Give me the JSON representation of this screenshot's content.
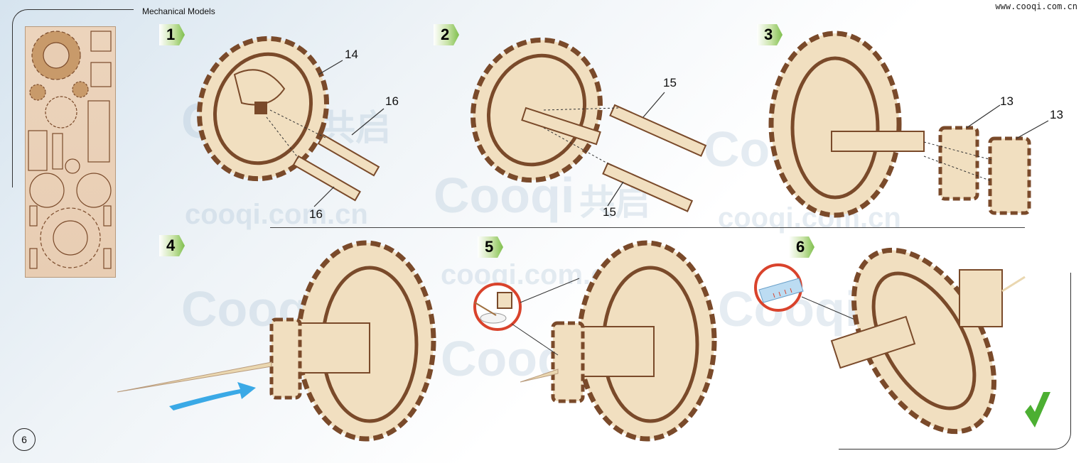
{
  "header": {
    "title": "Mechanical Models",
    "website": "www.cooqi.com.cn"
  },
  "page_number": "6",
  "watermarks": {
    "brand": "Cooqi",
    "brand_cn": "共启",
    "domain": "cooqi.com.cn"
  },
  "steps": [
    {
      "number": "1",
      "labels": [
        "14",
        "16",
        "16"
      ]
    },
    {
      "number": "2",
      "labels": [
        "15",
        "15"
      ]
    },
    {
      "number": "3",
      "labels": [
        "13",
        "13"
      ]
    },
    {
      "number": "4",
      "labels": []
    },
    {
      "number": "5",
      "labels": []
    },
    {
      "number": "6",
      "labels": []
    }
  ],
  "colors": {
    "wood": "#f1dfc0",
    "wood_edge": "#7a4a2a",
    "step_green": "#7fbf4d",
    "arrow_blue": "#3aa9e6",
    "check_green": "#4caf32",
    "badge_red": "#d9432c"
  },
  "icons": [
    "parts-sheet-icon",
    "arrow-icon",
    "glue-icon",
    "ruler-icon",
    "checkmark-icon"
  ]
}
